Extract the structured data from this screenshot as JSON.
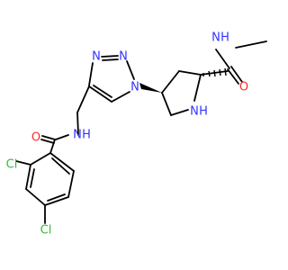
{
  "molecule": {
    "colors": {
      "bond": "#000000",
      "nitrogen": "#3333ff",
      "oxygen": "#ff2a2a",
      "chlorine": "#33bb33",
      "carbon": "#000000"
    },
    "atoms": {
      "n_amide_methyl": "N",
      "h_amide_methyl": "H",
      "o_amide_methyl": "O",
      "n_pyrrolidine": "N",
      "h_pyrrolidine": "H",
      "n1_triazole": "N",
      "n2_triazole": "N",
      "n3_triazole": "N",
      "n_benzamide": "N",
      "h_benzamide": "H",
      "o_benzamide": "O",
      "cl_ortho": "Cl",
      "cl_para": "Cl"
    }
  }
}
